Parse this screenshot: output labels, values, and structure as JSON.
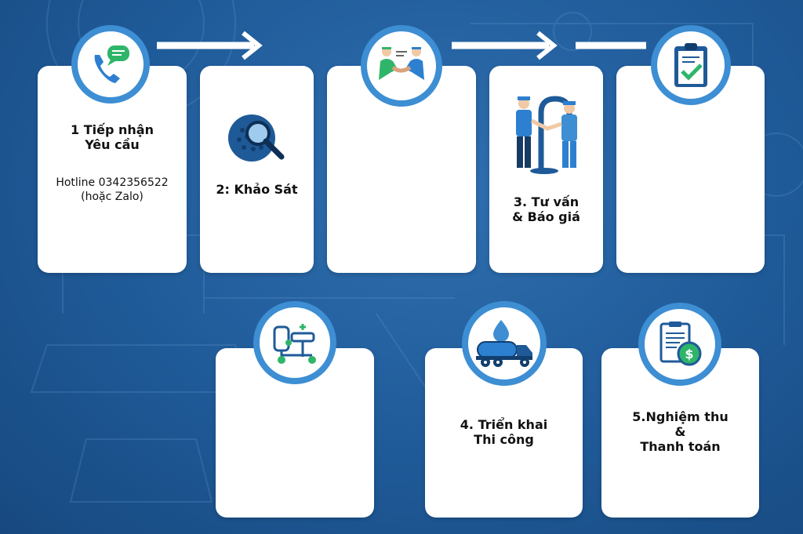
{
  "steps": [
    {
      "title": "1 Tiếp nhận\nYêu cầu",
      "detail": "Hotline 0342356522\n(hoặc Zalo)",
      "icon": "phone-chat-icon"
    },
    {
      "title": "2: Khảo Sát",
      "icon": "magnifier-drain-icon"
    },
    {
      "title": "",
      "icon": "handshake-icon"
    },
    {
      "title": "3. Tư vấn\n& Báo giá",
      "icon": "workers-handshake-icon"
    },
    {
      "title": "",
      "icon": "checklist-icon"
    },
    {
      "title": "",
      "icon": "plumbing-system-icon"
    },
    {
      "title": "4. Triển khai\nThi công",
      "icon": "tanker-truck-icon"
    },
    {
      "title": "5.Nghiệm thu\n&\nThanh toán",
      "icon": "invoice-payment-icon"
    }
  ],
  "colors": {
    "background": "#1f5a98",
    "badge_ring": "#3d8ed3",
    "accent_green": "#2fb56a"
  }
}
